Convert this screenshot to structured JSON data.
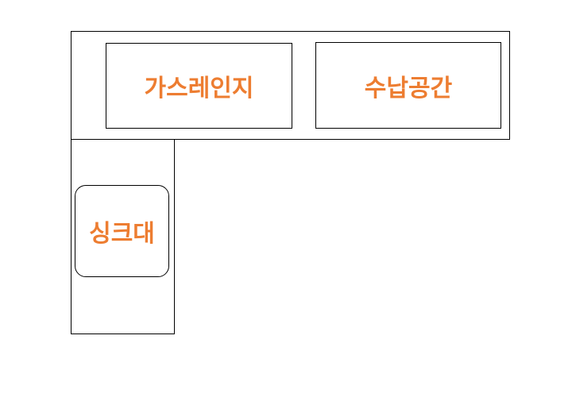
{
  "colors": {
    "label": "#ed7d31",
    "outline": "#000000",
    "background": "#ffffff"
  },
  "areas": {
    "stove": "가스레인지",
    "storage": "수납공간",
    "sink": "싱크대"
  }
}
